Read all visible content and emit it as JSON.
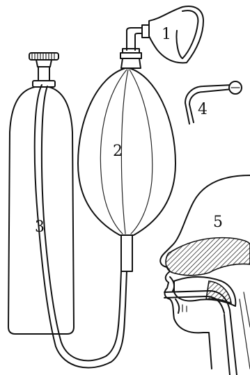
{
  "labels": {
    "mask": "1",
    "bag": "2",
    "cylinder": "3",
    "airway": "4",
    "head": "5"
  }
}
